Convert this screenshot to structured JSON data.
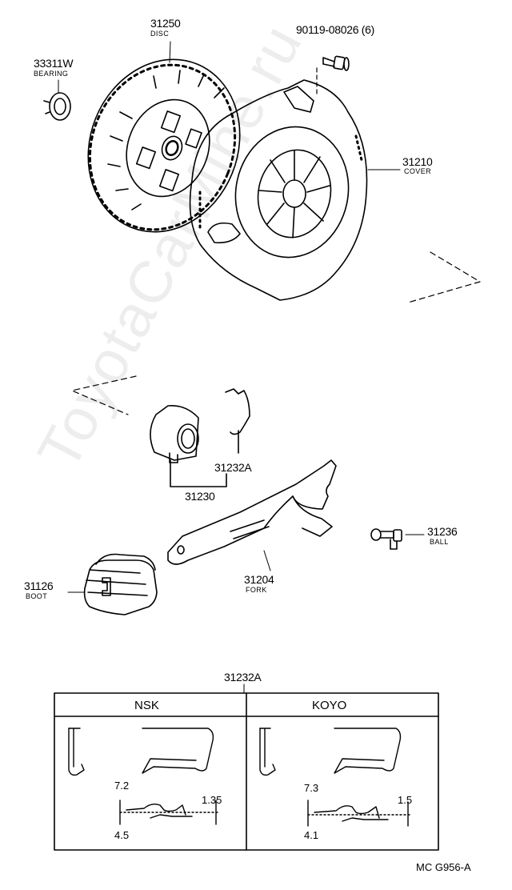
{
  "watermark": "ToyotaCarMine.ru",
  "parts": {
    "disc": {
      "number": "31250",
      "name": "DISC"
    },
    "bolt": {
      "number": "90119-08026 (6)"
    },
    "bearing": {
      "number": "33311W",
      "name": "BEARING"
    },
    "cover": {
      "number": "31210",
      "name": "COVER"
    },
    "clip": {
      "number": "31232A"
    },
    "release_bearing": {
      "number": "31230"
    },
    "ball": {
      "number": "31236",
      "name": "BALL"
    },
    "boot": {
      "number": "31126",
      "name": "BOOT"
    },
    "fork": {
      "number": "31204",
      "name": "FORK"
    }
  },
  "detail_table": {
    "title": "31232A",
    "columns": [
      {
        "header": "NSK",
        "dim_top": "7.2",
        "dim_right": "1.35",
        "dim_bottom": "4.5"
      },
      {
        "header": "KOYO",
        "dim_top": "7.3",
        "dim_right": "1.5",
        "dim_bottom": "4.1"
      }
    ]
  },
  "drawing_code": "MC  G956-A"
}
